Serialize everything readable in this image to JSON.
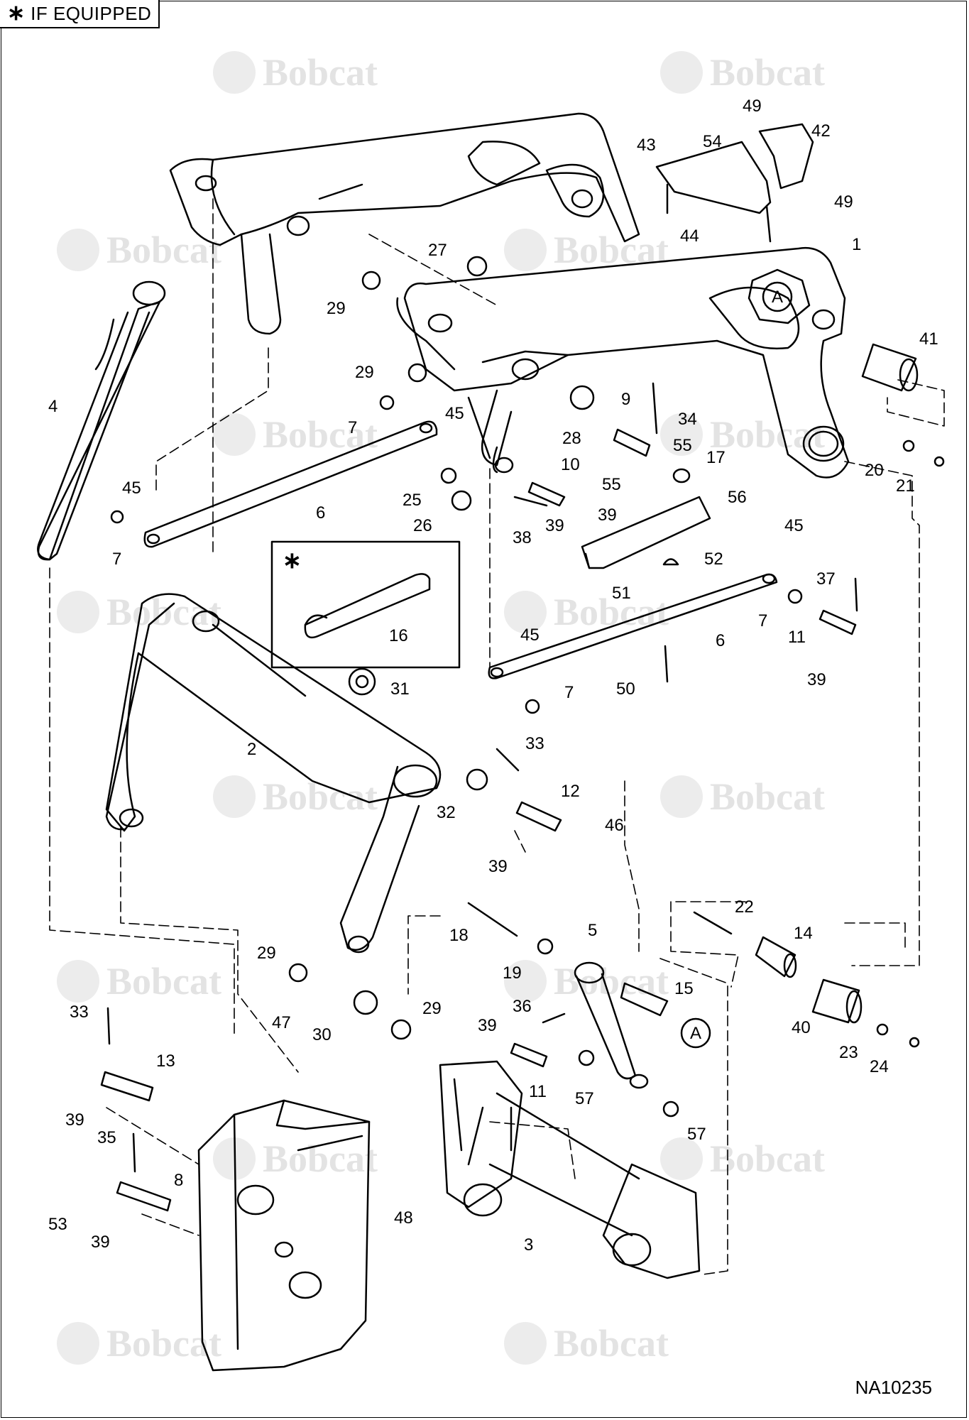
{
  "legend": {
    "symbol": "∗",
    "text": "IF EQUIPPED"
  },
  "watermark": "Bobcat",
  "doc_number": "NA10235",
  "callouts": [
    {
      "id": "c1",
      "label": "1"
    },
    {
      "id": "c2",
      "label": "2"
    },
    {
      "id": "c3",
      "label": "3"
    },
    {
      "id": "c4",
      "label": "4"
    },
    {
      "id": "c5",
      "label": "5"
    },
    {
      "id": "c6a",
      "label": "6"
    },
    {
      "id": "c6b",
      "label": "6"
    },
    {
      "id": "c7a",
      "label": "7"
    },
    {
      "id": "c7b",
      "label": "7"
    },
    {
      "id": "c7c",
      "label": "7"
    },
    {
      "id": "c7d",
      "label": "7"
    },
    {
      "id": "c8",
      "label": "8"
    },
    {
      "id": "c9",
      "label": "9"
    },
    {
      "id": "c10",
      "label": "10"
    },
    {
      "id": "c11a",
      "label": "11"
    },
    {
      "id": "c11b",
      "label": "11"
    },
    {
      "id": "c12",
      "label": "12"
    },
    {
      "id": "c13",
      "label": "13"
    },
    {
      "id": "c14",
      "label": "14"
    },
    {
      "id": "c15",
      "label": "15"
    },
    {
      "id": "c16",
      "label": "16"
    },
    {
      "id": "c17",
      "label": "17"
    },
    {
      "id": "c18",
      "label": "18"
    },
    {
      "id": "c19",
      "label": "19"
    },
    {
      "id": "c20",
      "label": "20"
    },
    {
      "id": "c21",
      "label": "21"
    },
    {
      "id": "c22",
      "label": "22"
    },
    {
      "id": "c23",
      "label": "23"
    },
    {
      "id": "c24",
      "label": "24"
    },
    {
      "id": "c25",
      "label": "25"
    },
    {
      "id": "c26",
      "label": "26"
    },
    {
      "id": "c27",
      "label": "27"
    },
    {
      "id": "c28",
      "label": "28"
    },
    {
      "id": "c29a",
      "label": "29"
    },
    {
      "id": "c29b",
      "label": "29"
    },
    {
      "id": "c29c",
      "label": "29"
    },
    {
      "id": "c29d",
      "label": "29"
    },
    {
      "id": "c30",
      "label": "30"
    },
    {
      "id": "c31",
      "label": "31"
    },
    {
      "id": "c32",
      "label": "32"
    },
    {
      "id": "c33a",
      "label": "33"
    },
    {
      "id": "c33b",
      "label": "33"
    },
    {
      "id": "c34",
      "label": "34"
    },
    {
      "id": "c35",
      "label": "35"
    },
    {
      "id": "c36",
      "label": "36"
    },
    {
      "id": "c37",
      "label": "37"
    },
    {
      "id": "c38",
      "label": "38"
    },
    {
      "id": "c39a",
      "label": "39"
    },
    {
      "id": "c39b",
      "label": "39"
    },
    {
      "id": "c39c",
      "label": "39"
    },
    {
      "id": "c39d",
      "label": "39"
    },
    {
      "id": "c39e",
      "label": "39"
    },
    {
      "id": "c39f",
      "label": "39"
    },
    {
      "id": "c39g",
      "label": "39"
    },
    {
      "id": "c40",
      "label": "40"
    },
    {
      "id": "c41",
      "label": "41"
    },
    {
      "id": "c42",
      "label": "42"
    },
    {
      "id": "c43",
      "label": "43"
    },
    {
      "id": "c44",
      "label": "44"
    },
    {
      "id": "c45a",
      "label": "45"
    },
    {
      "id": "c45b",
      "label": "45"
    },
    {
      "id": "c45c",
      "label": "45"
    },
    {
      "id": "c45d",
      "label": "45"
    },
    {
      "id": "c46",
      "label": "46"
    },
    {
      "id": "c47",
      "label": "47"
    },
    {
      "id": "c48",
      "label": "48"
    },
    {
      "id": "c49a",
      "label": "49"
    },
    {
      "id": "c49b",
      "label": "49"
    },
    {
      "id": "c50",
      "label": "50"
    },
    {
      "id": "c51",
      "label": "51"
    },
    {
      "id": "c52",
      "label": "52"
    },
    {
      "id": "c53",
      "label": "53"
    },
    {
      "id": "c54",
      "label": "54"
    },
    {
      "id": "c55a",
      "label": "55"
    },
    {
      "id": "c55b",
      "label": "55"
    },
    {
      "id": "c56",
      "label": "56"
    },
    {
      "id": "c57a",
      "label": "57"
    },
    {
      "id": "c57b",
      "label": "57"
    },
    {
      "id": "cA1",
      "label": "A"
    },
    {
      "id": "cA2",
      "label": "A"
    },
    {
      "id": "cStar",
      "label": "∗"
    }
  ]
}
